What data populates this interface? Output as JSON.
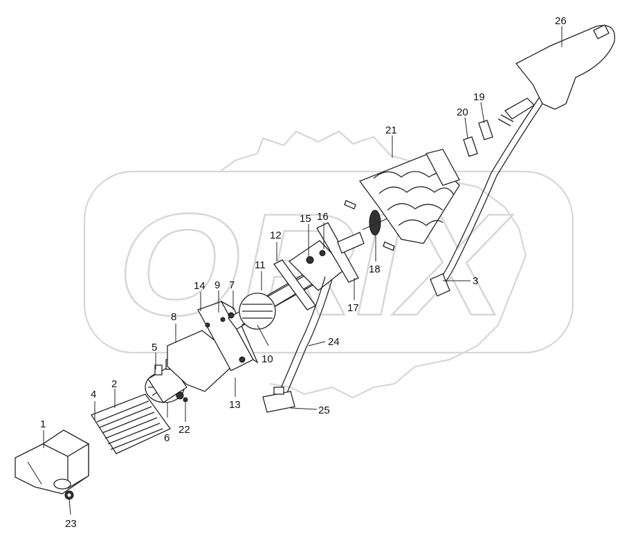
{
  "watermark_text": "ORIX",
  "callouts": [
    {
      "id": "1",
      "text": "1"
    },
    {
      "id": "2",
      "text": "2"
    },
    {
      "id": "3",
      "text": "3"
    },
    {
      "id": "4",
      "text": "4"
    },
    {
      "id": "5",
      "text": "5"
    },
    {
      "id": "6",
      "text": "6"
    },
    {
      "id": "7",
      "text": "7"
    },
    {
      "id": "8",
      "text": "8"
    },
    {
      "id": "9",
      "text": "9"
    },
    {
      "id": "10",
      "text": "10"
    },
    {
      "id": "11",
      "text": "11"
    },
    {
      "id": "12",
      "text": "12"
    },
    {
      "id": "13",
      "text": "13"
    },
    {
      "id": "14",
      "text": "14"
    },
    {
      "id": "15",
      "text": "15"
    },
    {
      "id": "16",
      "text": "16"
    },
    {
      "id": "17",
      "text": "17"
    },
    {
      "id": "18",
      "text": "18"
    },
    {
      "id": "19",
      "text": "19"
    },
    {
      "id": "20",
      "text": "20"
    },
    {
      "id": "21",
      "text": "21"
    },
    {
      "id": "22",
      "text": "22"
    },
    {
      "id": "23",
      "text": "23"
    },
    {
      "id": "24",
      "text": "24"
    },
    {
      "id": "25",
      "text": "25"
    },
    {
      "id": "26",
      "text": "26"
    }
  ]
}
